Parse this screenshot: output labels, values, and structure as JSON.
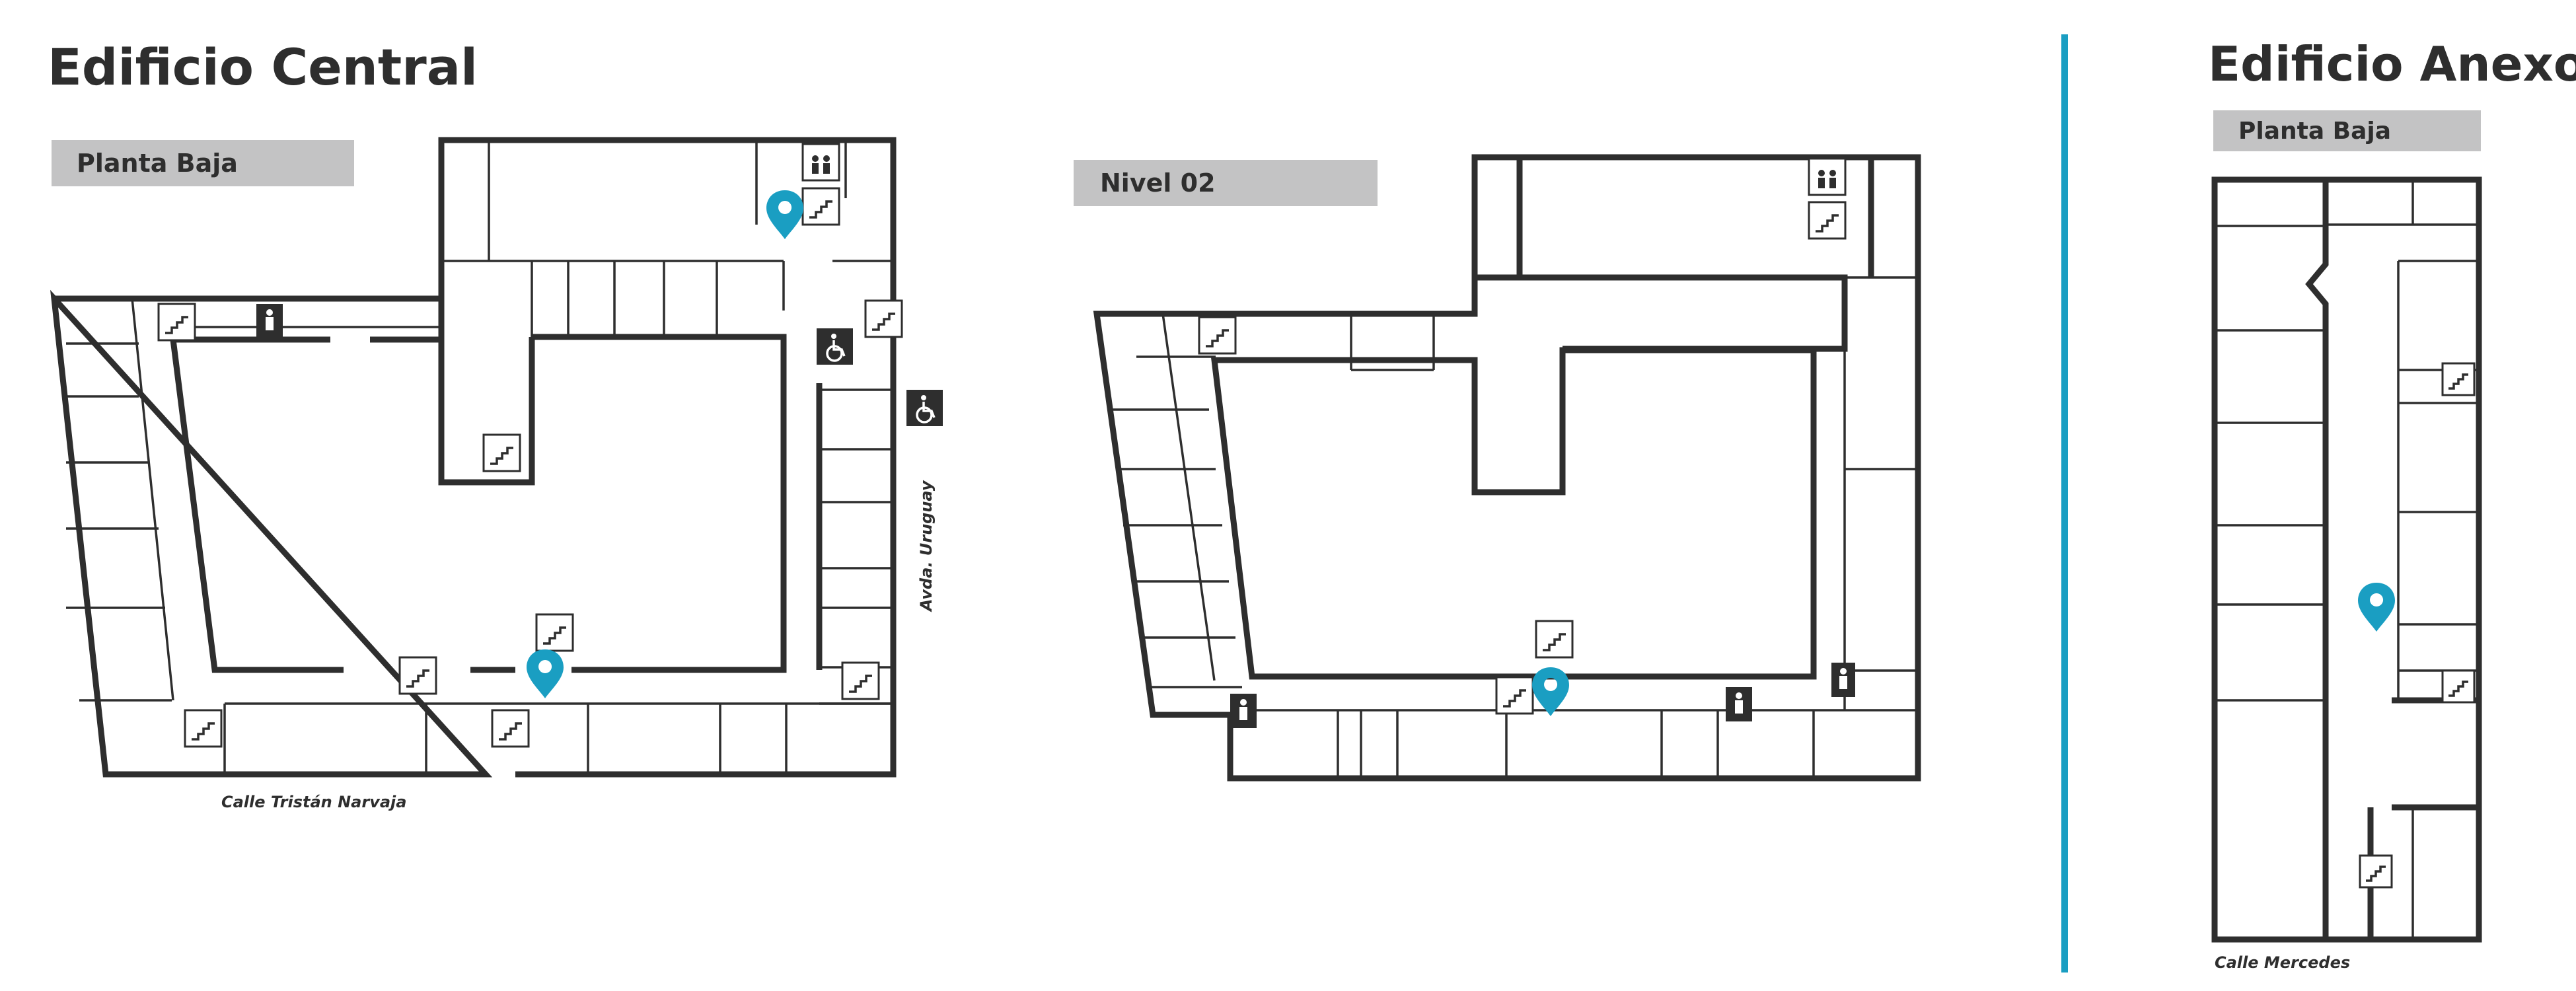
{
  "buildings": [
    {
      "title": "Edificio Central",
      "floors": [
        {
          "label": "Planta Baja",
          "streets": [
            "Calle Tristán Narvaja",
            "Avda. Uruguay"
          ]
        },
        {
          "label": "Nivel 02",
          "streets": []
        }
      ]
    },
    {
      "title": "Edificio Anexo",
      "floors": [
        {
          "label": "Planta Baja",
          "streets": [
            "Calle Mercedes"
          ]
        }
      ]
    }
  ],
  "icons": {
    "stairs": "stairs-icon",
    "restroom": "restroom-icon",
    "elevator_restroom": "restrooms-icon",
    "accessible": "wheelchair-icon",
    "location": "location-pin-icon"
  },
  "colors": {
    "accent": "#1a9ec2",
    "wall": "#2e2e2e",
    "label_box": "#c3c3c4"
  }
}
